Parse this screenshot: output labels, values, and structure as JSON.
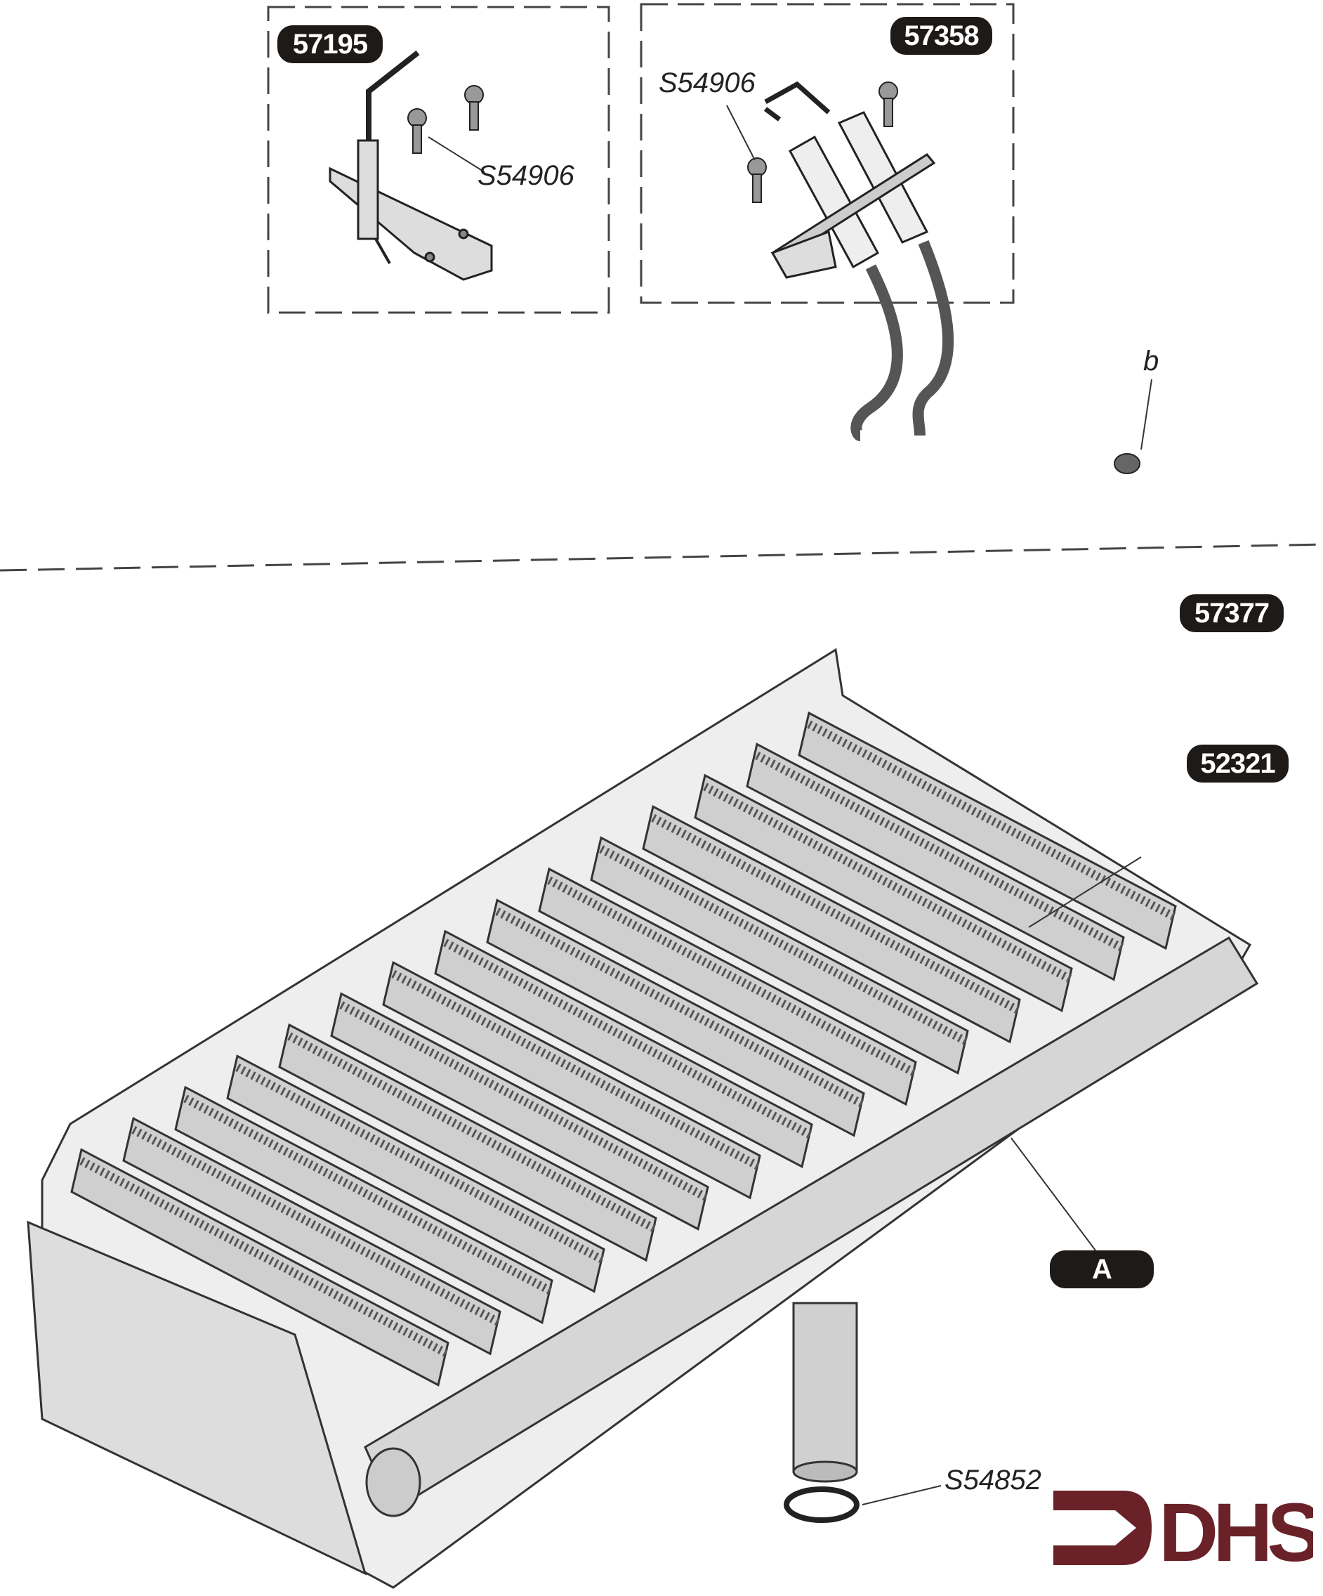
{
  "kits": [
    {
      "part_number": "57195",
      "screw_callout": "S54906"
    },
    {
      "part_number": "57358",
      "screw_callout": "S54906"
    }
  ],
  "loose_item_label": "b",
  "assembly_part_number": "57377",
  "burner_part_number": "52321",
  "manifold_label": "A",
  "seal_callout": "S54852",
  "logo_text": "DHS",
  "colors": {
    "label_bg": "#1d1a18",
    "logo": "#6a2228",
    "line": "#333333",
    "fill": "#d9d9d9"
  }
}
